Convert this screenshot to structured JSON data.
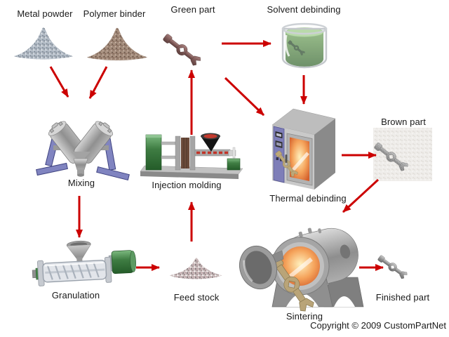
{
  "copyright": "Copyright © 2009 CustomPartNet",
  "colors": {
    "background": "#ffffff",
    "arrow": "#cc0000",
    "label_text": "#1a1a1a",
    "green_part": "#8a6360",
    "finished_part": "#9a9a9a",
    "beaker_liquid": "#57853f",
    "machine_gray": "#b0b0b0",
    "stand_purple": "#8084c0",
    "machine_green": "#3f7d43",
    "furnace_glow": "#f5a45c"
  },
  "nodes": {
    "metal_powder": {
      "label": "Metal powder",
      "image": "powder-pile"
    },
    "polymer_binder": {
      "label": "Polymer binder",
      "image": "powder-pile"
    },
    "green_part": {
      "label": "Green part",
      "image": "molded-part"
    },
    "solvent_debinding": {
      "label": "Solvent debinding",
      "image": "beaker-with-part"
    },
    "mixing": {
      "label": "Mixing",
      "image": "v-blender"
    },
    "injection_molding": {
      "label": "Injection molding",
      "image": "injection-molding-machine"
    },
    "thermal_debinding": {
      "label": "Thermal debinding",
      "image": "debinding-oven"
    },
    "brown_part": {
      "label": "Brown part",
      "image": "porous-part-photo"
    },
    "granulation": {
      "label": "Granulation",
      "image": "extruder"
    },
    "feed_stock": {
      "label": "Feed stock",
      "image": "pellet-pile"
    },
    "sintering": {
      "label": "Sintering",
      "image": "sintering-furnace"
    },
    "finished_part": {
      "label": "Finished part",
      "image": "metal-part"
    }
  },
  "edges": [
    {
      "from": "metal_powder",
      "to": "mixing"
    },
    {
      "from": "polymer_binder",
      "to": "mixing"
    },
    {
      "from": "mixing",
      "to": "granulation"
    },
    {
      "from": "granulation",
      "to": "feed_stock"
    },
    {
      "from": "feed_stock",
      "to": "injection_molding"
    },
    {
      "from": "injection_molding",
      "to": "green_part"
    },
    {
      "from": "green_part",
      "to": "solvent_debinding"
    },
    {
      "from": "green_part",
      "to": "thermal_debinding"
    },
    {
      "from": "solvent_debinding",
      "to": "thermal_debinding"
    },
    {
      "from": "thermal_debinding",
      "to": "brown_part"
    },
    {
      "from": "brown_part",
      "to": "sintering"
    },
    {
      "from": "sintering",
      "to": "finished_part"
    }
  ]
}
